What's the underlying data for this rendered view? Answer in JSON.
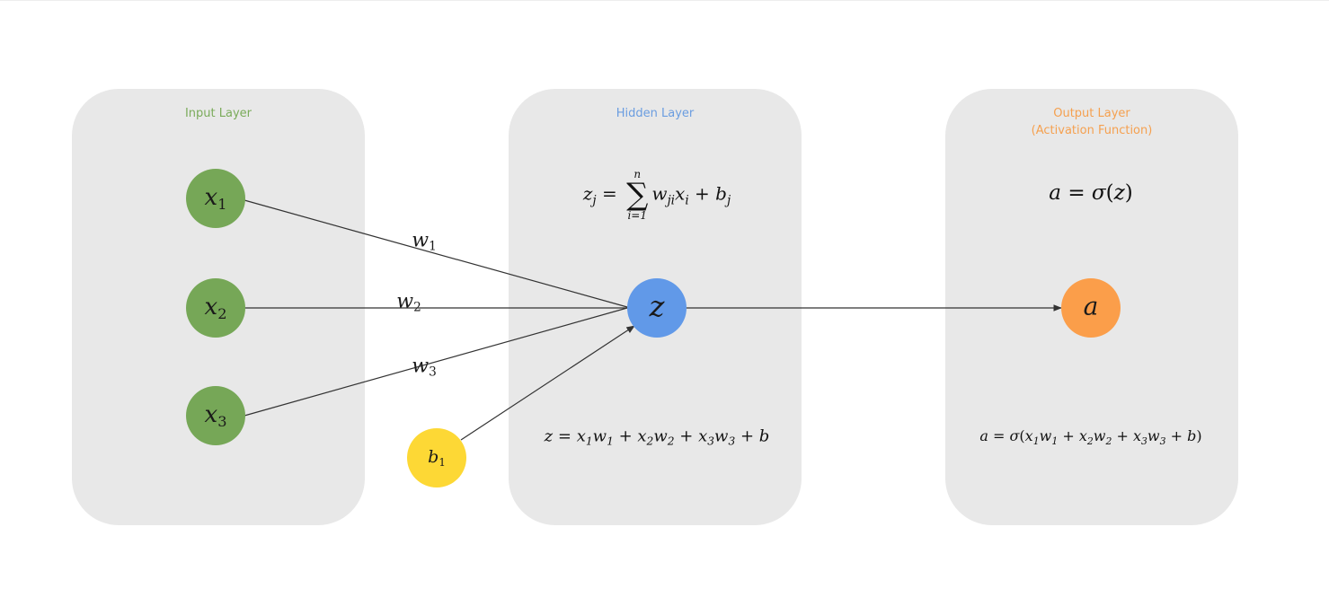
{
  "layers": {
    "input": {
      "title": "Input Layer",
      "color": "#7aab5a"
    },
    "hidden": {
      "title": "Hidden Layer",
      "color": "#6a9de0"
    },
    "output": {
      "title": "Output Layer",
      "subtitle": "(Activation Function)",
      "color": "#f5a04f"
    }
  },
  "nodes": {
    "x1": {
      "sym": "x",
      "sub": "1",
      "color": "#76a757"
    },
    "x2": {
      "sym": "x",
      "sub": "2",
      "color": "#76a757"
    },
    "x3": {
      "sym": "x",
      "sub": "3",
      "color": "#76a757"
    },
    "b1": {
      "sym": "b",
      "sub": "1",
      "color": "#fdd835"
    },
    "z": {
      "sym": "z",
      "color": "#6199e8"
    },
    "a": {
      "sym": "a",
      "color": "#fb9e4a"
    }
  },
  "weights": [
    {
      "sym": "w",
      "sub": "1"
    },
    {
      "sym": "w",
      "sub": "2"
    },
    {
      "sym": "w",
      "sub": "3"
    }
  ],
  "formulas": {
    "hidden_general": {
      "lhs": "z",
      "lhs_sub": "j",
      "eq": "=",
      "sum": "∑",
      "upper": "n",
      "lower": "i=1",
      "t1": "w",
      "t1_sub": "ji",
      "t2": "x",
      "t2_sub": "i",
      "plus": "+",
      "t3": "b",
      "t3_sub": "j"
    },
    "hidden_expanded": [
      {
        "t": "z"
      },
      {
        "t": " = ",
        "op": true
      },
      {
        "t": "x",
        "sub": "1"
      },
      {
        "t": "w",
        "sub": "1"
      },
      {
        "t": " + ",
        "op": true
      },
      {
        "t": "x",
        "sub": "2"
      },
      {
        "t": "w",
        "sub": "2"
      },
      {
        "t": " + ",
        "op": true
      },
      {
        "t": "x",
        "sub": "3"
      },
      {
        "t": "w",
        "sub": "3"
      },
      {
        "t": " + ",
        "op": true
      },
      {
        "t": "b"
      }
    ],
    "output_general": [
      {
        "t": "a"
      },
      {
        "t": " = ",
        "op": true
      },
      {
        "t": "σ"
      },
      {
        "t": "(",
        "op": true
      },
      {
        "t": "z"
      },
      {
        "t": ")",
        "op": true
      }
    ],
    "output_expanded": [
      {
        "t": "a"
      },
      {
        "t": " = ",
        "op": true
      },
      {
        "t": "σ"
      },
      {
        "t": "(",
        "op": true
      },
      {
        "t": "x",
        "sub": "1"
      },
      {
        "t": "w",
        "sub": "1"
      },
      {
        "t": " + ",
        "op": true
      },
      {
        "t": "x",
        "sub": "2"
      },
      {
        "t": "w",
        "sub": "2"
      },
      {
        "t": " + ",
        "op": true
      },
      {
        "t": "x",
        "sub": "3"
      },
      {
        "t": "w",
        "sub": "3"
      },
      {
        "t": " + ",
        "op": true
      },
      {
        "t": "b"
      },
      {
        "t": ")",
        "op": true
      }
    ]
  }
}
